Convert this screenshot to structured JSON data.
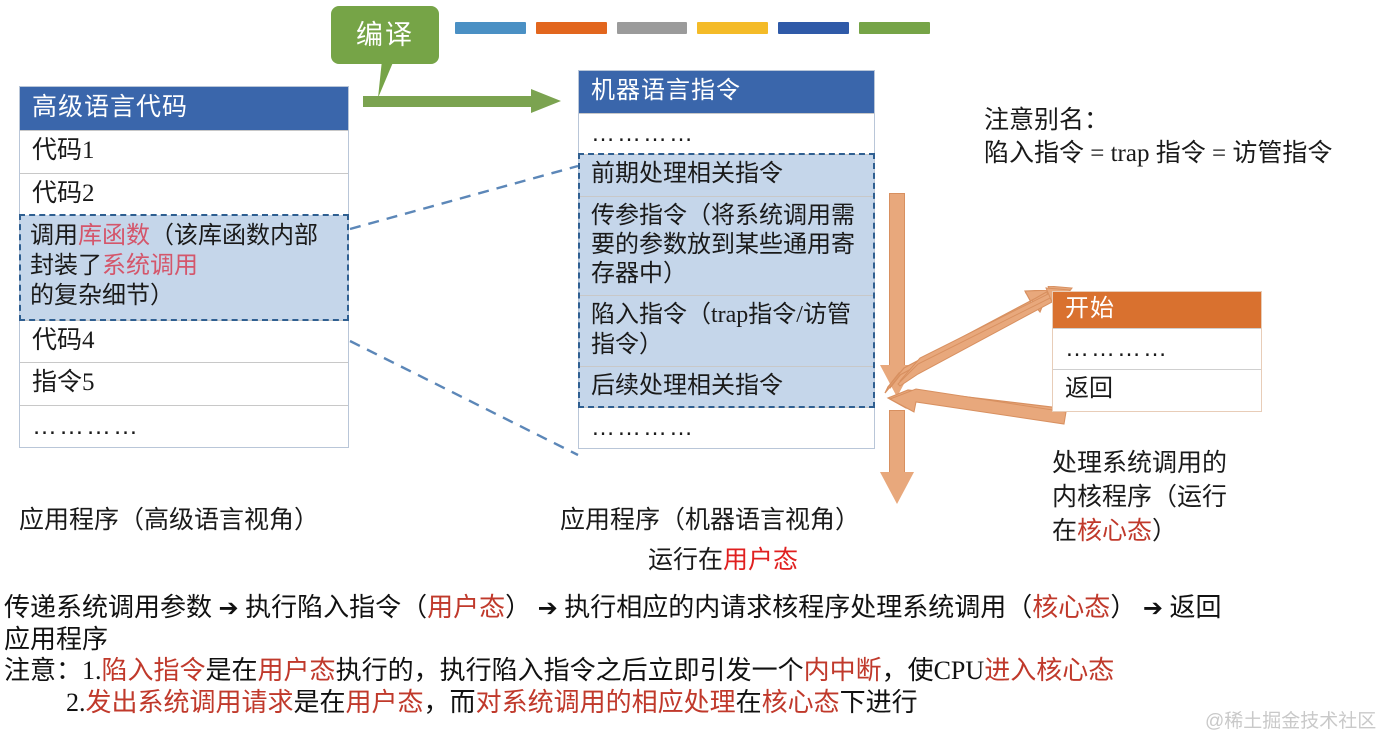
{
  "topbars": {
    "colors": [
      "#4a90c4",
      "#e2661e",
      "#9b9b9b",
      "#f4bb28",
      "#2f5aa8",
      "#76a447"
    ]
  },
  "callout": {
    "label": "编译",
    "color": "#76a447"
  },
  "left_table": {
    "header": "高级语言代码",
    "header_color": "#3a66ab",
    "rows": [
      {
        "text": "代码1",
        "highlight": false
      },
      {
        "text": "代码2",
        "highlight": false
      },
      {
        "text": "调用库函数（该库函数内部封装了系统调用的复杂细节）",
        "highlight": true,
        "parts": [
          {
            "t": "调用",
            "c": "dark"
          },
          {
            "t": "库函数",
            "c": "pink"
          },
          {
            "t": "（该库函数内部封装了",
            "c": "dark"
          },
          {
            "t": "系统调用",
            "c": "pink"
          },
          {
            "t": "的复杂细节）",
            "c": "dark"
          }
        ]
      },
      {
        "text": "代码4",
        "highlight": false
      },
      {
        "text": "指令5",
        "highlight": false
      },
      {
        "text": "…………",
        "highlight": false,
        "dots": true
      }
    ],
    "caption": "应用程序（高级语言视角）"
  },
  "middle_table": {
    "header": "机器语言指令",
    "header_color": "#3a66ab",
    "rows": [
      {
        "text": "…………",
        "highlight": false,
        "dots": true
      },
      {
        "text": "前期处理相关指令",
        "highlight": true
      },
      {
        "text": "传参指令（将系统调用需要的参数放到某些通用寄存器中）",
        "highlight": true
      },
      {
        "text": "陷入指令（trap指令/访管指令）",
        "highlight": true
      },
      {
        "text": "后续处理相关指令",
        "highlight": true
      },
      {
        "text": "…………",
        "highlight": false,
        "dots": true
      }
    ],
    "caption_line1": "应用程序（机器语言视角）",
    "caption_line2_prefix": "运行在",
    "caption_line2_red": "用户态"
  },
  "alias_note": {
    "line1": "注意别名：",
    "line2": "陷入指令 = trap 指令 = 访管指令"
  },
  "kernel_table": {
    "header": "开始",
    "header_color": "#d9712f",
    "rows": [
      {
        "text": "…………",
        "dots": true
      },
      {
        "text": "返回",
        "dots": false
      }
    ],
    "caption_line1": "处理系统调用的",
    "caption_line2": "内核程序（运行",
    "caption_line3_prefix": "在",
    "caption_line3_red": "核心态",
    "caption_line3_suffix": "）"
  },
  "bottom": {
    "flow": {
      "seg1": "传递系统调用参数",
      "arrow": "➔",
      "seg2": "执行陷入指令（",
      "seg2_red": "用户态",
      "seg2_end": "）",
      "seg3": "执行相应的内请求核程序处理系统调用（",
      "seg3_red": "核心态",
      "seg3_end": "）",
      "seg4": "返回",
      "line2": "应用程序"
    },
    "notes_label": "注意：",
    "notes": [
      {
        "num": "1.",
        "parts": [
          {
            "t": "陷入指令",
            "c": "red"
          },
          {
            "t": "是在",
            "c": "dark"
          },
          {
            "t": "用户态",
            "c": "red"
          },
          {
            "t": "执行的，执行陷入指令之后立即引发一个",
            "c": "dark"
          },
          {
            "t": "内中断",
            "c": "red"
          },
          {
            "t": "，使CPU",
            "c": "dark"
          },
          {
            "t": "进入核心态",
            "c": "red"
          }
        ]
      },
      {
        "num": "2.",
        "parts": [
          {
            "t": "发出系统调用请求",
            "c": "red"
          },
          {
            "t": "是在",
            "c": "dark"
          },
          {
            "t": "用户态",
            "c": "red"
          },
          {
            "t": "，而",
            "c": "dark"
          },
          {
            "t": "对系统调用的相应处理",
            "c": "red"
          },
          {
            "t": "在",
            "c": "dark"
          },
          {
            "t": "核心态",
            "c": "red"
          },
          {
            "t": "下进行",
            "c": "dark"
          }
        ]
      }
    ]
  },
  "watermark": "@稀土掘金技术社区"
}
